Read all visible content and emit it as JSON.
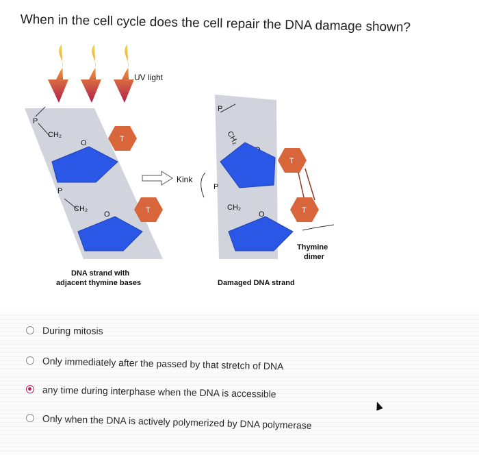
{
  "question": "When in the cell cycle does the cell repair the DNA damage shown?",
  "figure": {
    "uv_label": "UV light",
    "kink_label": "Kink",
    "phosphate": "P",
    "ch2": "CH₂",
    "oxygen": "O",
    "thymine": "T",
    "thymine_dimer_line1": "Thymine",
    "thymine_dimer_line2": "dimer",
    "left_caption_line1": "DNA strand with",
    "left_caption_line2": "adjacent thymine bases",
    "right_caption": "Damaged DNA strand",
    "colors": {
      "sugar_blue": "#2b57e6",
      "thymine_orange": "#d9663a",
      "uv_arrow": "#b0204f",
      "uv_gradient_top": "#f0d640",
      "backbone_gray": "#c9cdd6"
    }
  },
  "options": [
    {
      "label": "During mitosis",
      "selected": false
    },
    {
      "label": "Only immediately after the passed by that stretch of DNA",
      "selected": false
    },
    {
      "label": "any time during interphase when the DNA is accessible",
      "selected": true
    },
    {
      "label": "Only when the DNA is actively polymerized by DNA polymerase",
      "selected": false
    }
  ]
}
